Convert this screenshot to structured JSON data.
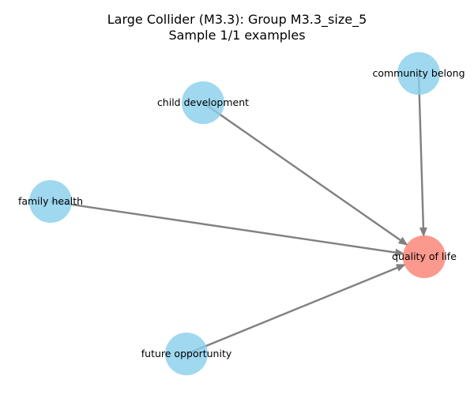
{
  "figure": {
    "title_line1": "Large Collider (M3.3): Group M3.3_size_5",
    "title_line2": "Sample 1/1 examples"
  },
  "graph": {
    "nodes": [
      {
        "id": "community",
        "label": "community belong",
        "color": "#87CEEB"
      },
      {
        "id": "child",
        "label": "child development",
        "color": "#87CEEB"
      },
      {
        "id": "family",
        "label": "family health",
        "color": "#87CEEB"
      },
      {
        "id": "future",
        "label": "future opportunity",
        "color": "#87CEEB"
      },
      {
        "id": "quality",
        "label": "quality of life",
        "color": "#FA8072"
      }
    ],
    "edges": [
      {
        "from": "community",
        "to": "quality"
      },
      {
        "from": "child",
        "to": "quality"
      },
      {
        "from": "family",
        "to": "quality"
      },
      {
        "from": "future",
        "to": "quality"
      }
    ],
    "edge_color": "#808080"
  }
}
